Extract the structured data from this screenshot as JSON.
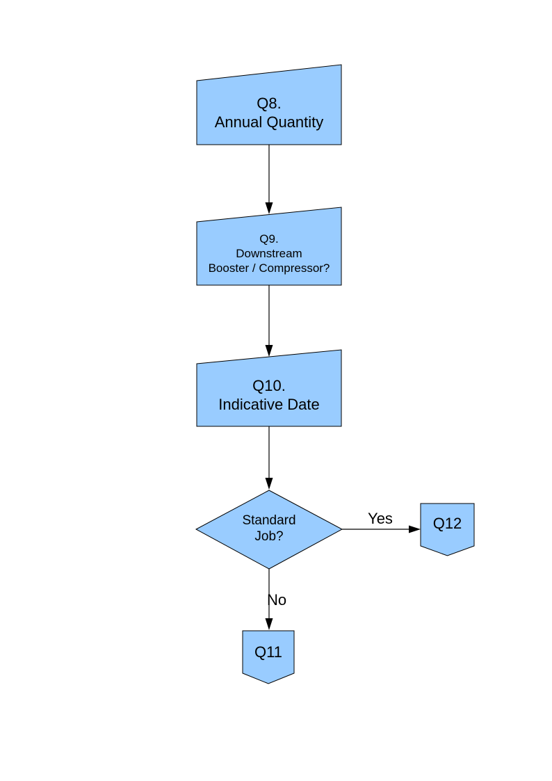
{
  "colors": {
    "node_fill": "#99CCFF",
    "node_border": "#000000",
    "connector": "#000000",
    "text": "#000000",
    "background": "#FFFFFF"
  },
  "nodes": {
    "q8": {
      "shape": "manual-input",
      "lines": [
        "Q8.",
        "Annual Quantity"
      ]
    },
    "q9": {
      "shape": "manual-input",
      "lines": [
        "Q9.",
        "Downstream",
        "Booster / Compressor?"
      ]
    },
    "q10": {
      "shape": "manual-input",
      "lines": [
        "Q10.",
        "Indicative Date"
      ]
    },
    "decision": {
      "shape": "decision",
      "lines": [
        "Standard",
        "Job?"
      ]
    },
    "q12": {
      "shape": "off-page-connector",
      "label": "Q12"
    },
    "q11": {
      "shape": "off-page-connector",
      "label": "Q11"
    }
  },
  "edges": [
    {
      "from": "q8",
      "to": "q9",
      "label": ""
    },
    {
      "from": "q9",
      "to": "q10",
      "label": ""
    },
    {
      "from": "q10",
      "to": "decision",
      "label": ""
    },
    {
      "from": "decision",
      "to": "q12",
      "label": "Yes"
    },
    {
      "from": "decision",
      "to": "q11",
      "label": "No"
    }
  ]
}
